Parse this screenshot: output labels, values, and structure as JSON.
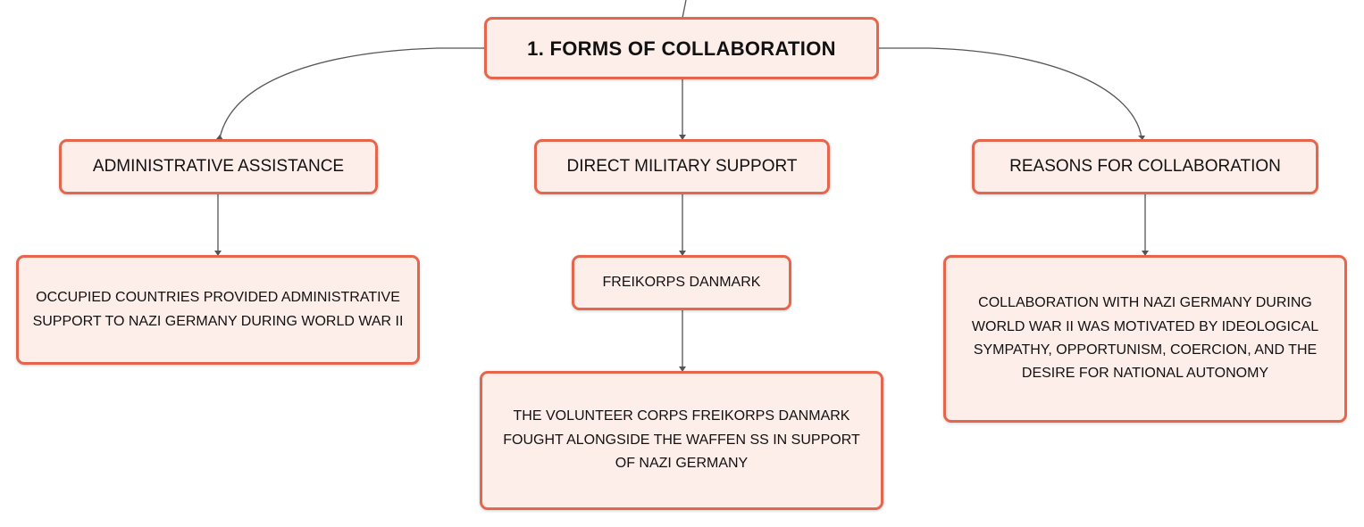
{
  "diagram": {
    "root": {
      "label": "1. FORMS OF COLLABORATION"
    },
    "branches": [
      {
        "label": "ADMINISTRATIVE ASSISTANCE",
        "detail": "OCCUPIED COUNTRIES PROVIDED ADMINISTRATIVE SUPPORT TO NAZI GERMANY DURING WORLD WAR II"
      },
      {
        "label": "DIRECT MILITARY SUPPORT",
        "sub": "FREIKORPS DANMARK",
        "detail": "THE VOLUNTEER CORPS FREIKORPS DANMARK FOUGHT ALONGSIDE THE WAFFEN SS IN SUPPORT OF NAZI GERMANY"
      },
      {
        "label": "REASONS FOR COLLABORATION",
        "detail": "COLLABORATION WITH NAZI GERMANY DURING WORLD WAR II WAS MOTIVATED BY IDEOLOGICAL SYMPATHY, OPPORTUNISM, COERCION, AND THE DESIRE FOR NATIONAL AUTONOMY"
      }
    ],
    "colors": {
      "node_border": "#e5654d",
      "node_fill": "#fdeeea",
      "connector": "#555555",
      "text": "#111111"
    }
  }
}
